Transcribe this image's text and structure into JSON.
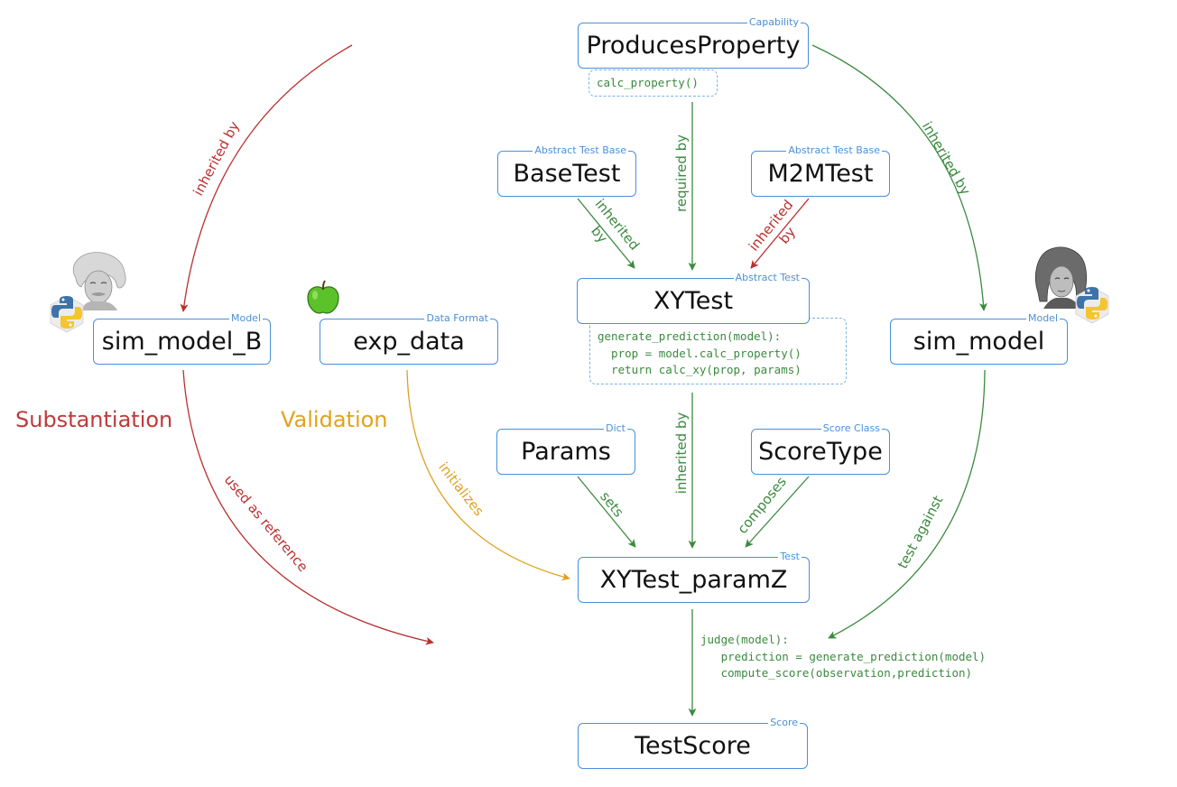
{
  "nodes": {
    "produces_property": {
      "label": "ProducesProperty",
      "tag": "Capability"
    },
    "base_test": {
      "label": "BaseTest",
      "tag": "Abstract Test Base"
    },
    "m2m_test": {
      "label": "M2MTest",
      "tag": "Abstract Test Base"
    },
    "xy_test": {
      "label": "XYTest",
      "tag": "Abstract Test"
    },
    "sim_model_b": {
      "label": "sim_model_B",
      "tag": "Model"
    },
    "exp_data": {
      "label": "exp_data",
      "tag": "Data Format"
    },
    "sim_model": {
      "label": "sim_model",
      "tag": "Model"
    },
    "params": {
      "label": "Params",
      "tag": "Dict"
    },
    "score_type": {
      "label": "ScoreType",
      "tag": "Score Class"
    },
    "xy_test_paramz": {
      "label": "XYTest_paramZ",
      "tag": "Test"
    },
    "test_score": {
      "label": "TestScore",
      "tag": "Score"
    }
  },
  "code": {
    "calc_property": "calc_property()",
    "generate_prediction": "generate_prediction(model):\n  prop = model.calc_property()\n  return calc_xy(prop, params)",
    "judge": "judge(model):\n   prediction = generate_prediction(model)\n   compute_score(observation,prediction)"
  },
  "phases": {
    "substantiation": "Substantiation",
    "validation": "Validation"
  },
  "edges": {
    "inherited_by_left": "inherited by",
    "required_by": "required by",
    "inherited_by_right": "inherited by",
    "base_inherited_l1": "inherited",
    "base_inherited_l2": "by",
    "m2m_inherited_l1": "inherited",
    "m2m_inherited_l2": "by",
    "inherited_by_center": "inherited by",
    "sets": "sets",
    "composes": "composes",
    "initializes": "initializes",
    "used_as_reference": "used as reference",
    "test_against": "test against"
  },
  "colors": {
    "red": "#b8302f",
    "green": "#3a8a3e",
    "orange": "#e0a020",
    "blue": "#4a90d9",
    "phase_red": "#c0393b",
    "phase_orange": "#e3a21a"
  },
  "icons": [
    "einstein-portrait-icon",
    "newton-portrait-icon",
    "python-logo-icon",
    "green-apple-icon"
  ]
}
